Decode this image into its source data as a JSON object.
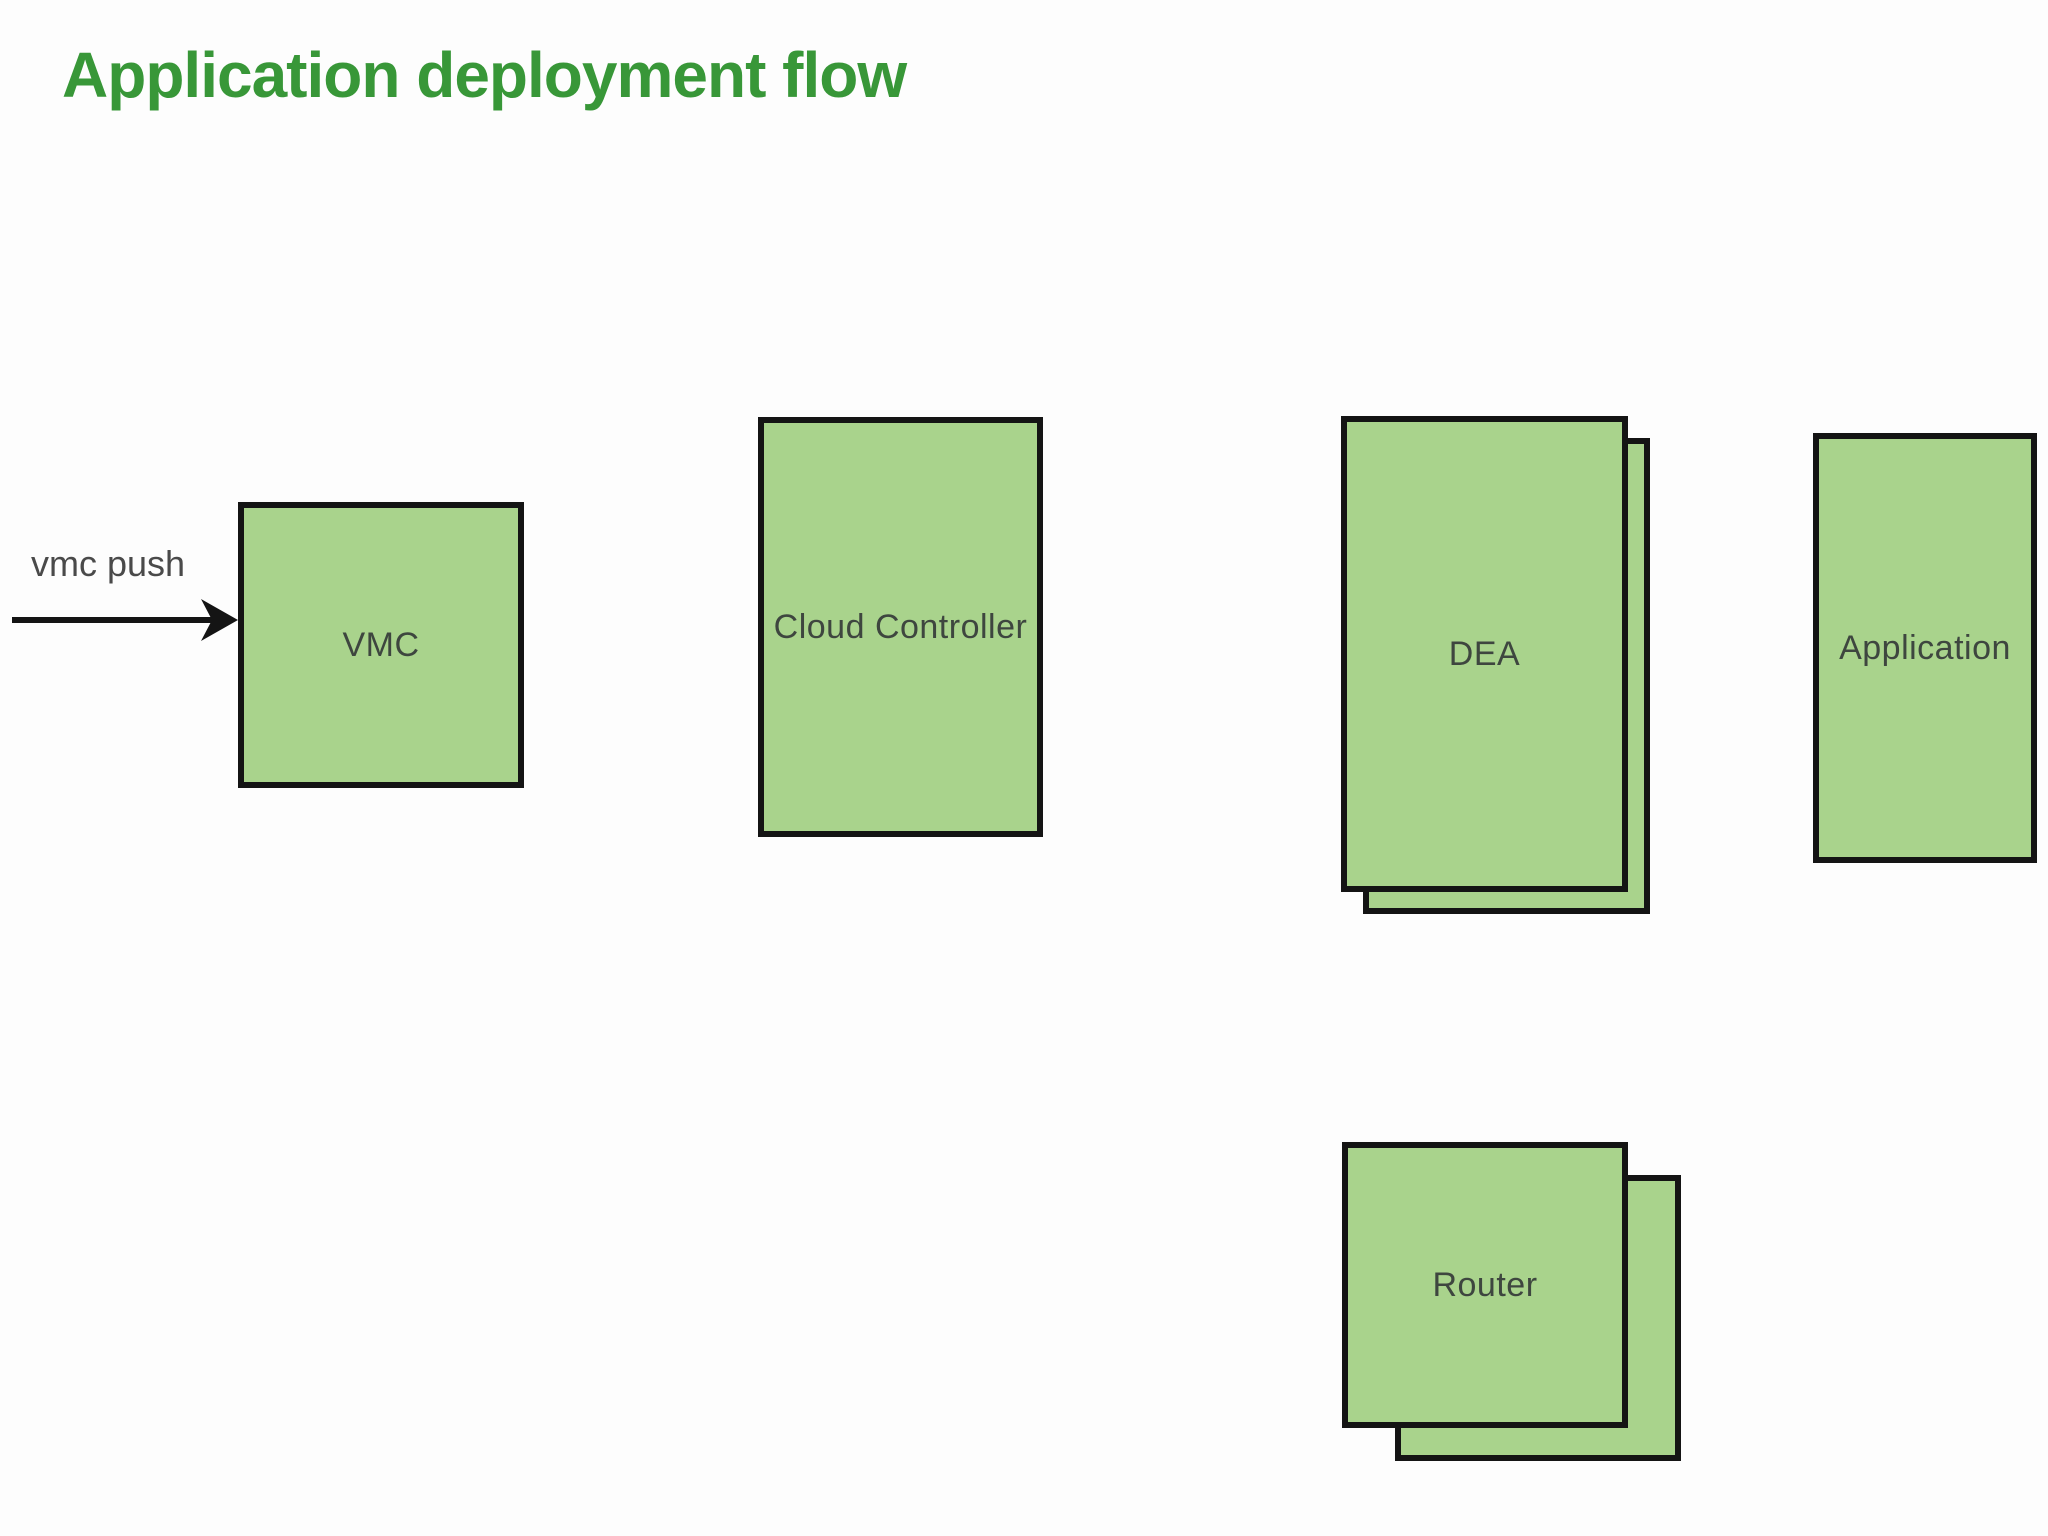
{
  "title": "Application deployment flow",
  "colors": {
    "title_green": "#389738",
    "box_fill": "#a9d38c",
    "box_border": "#141414",
    "label_text": "#3e463f",
    "arrow_label_text": "#4a4a4a",
    "arrow": "#141414",
    "background": "#fdfdfd"
  },
  "arrow": {
    "label": "vmc push",
    "direction": "right",
    "target": "VMC"
  },
  "nodes": {
    "vmc": {
      "label": "VMC",
      "stacked": false
    },
    "cloud_controller": {
      "label": "Cloud Controller",
      "stacked": false
    },
    "dea": {
      "label": "DEA",
      "stacked": true
    },
    "application": {
      "label": "Application",
      "stacked": false
    },
    "router": {
      "label": "Router",
      "stacked": true
    }
  }
}
